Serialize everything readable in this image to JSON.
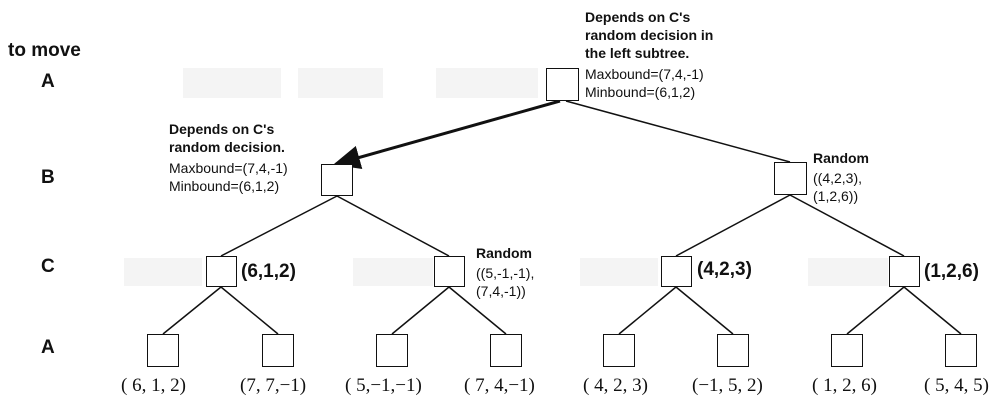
{
  "header": {
    "to_move": "to move"
  },
  "turn_labels": [
    "A",
    "B",
    "C",
    "A"
  ],
  "root": {
    "note_lines": [
      "Depends on C's",
      "random decision in",
      "the left subtree."
    ],
    "maxbound": "Maxbound=(7,4,-1)",
    "minbound": "Minbound=(6,1,2)"
  },
  "b_left": {
    "note_lines": [
      "Depends on C's",
      "random decision."
    ],
    "maxbound": "Maxbound=(7,4,-1)",
    "minbound": "Minbound=(6,1,2)"
  },
  "b_right": {
    "label": "Random",
    "lines": [
      "((4,2,3),",
      "(1,2,6))"
    ]
  },
  "c_nodes": [
    {
      "value": "(6,1,2)"
    },
    {
      "label": "Random",
      "lines": [
        "((5,-1,-1),",
        "(7,4,-1))"
      ]
    },
    {
      "value": "(4,2,3)"
    },
    {
      "value": "(1,2,6)"
    }
  ],
  "leaves": [
    "( 6, 1, 2)",
    "(7, 7,−1)",
    "( 5,−1,−1)",
    "( 7, 4,−1)",
    "( 4, 2, 3)",
    "(−1, 5, 2)",
    "( 1, 2, 6)",
    "( 5, 4, 5)"
  ],
  "colors": {
    "line": "#111111",
    "node_fill": "#ffffff",
    "background": "#ffffff"
  }
}
